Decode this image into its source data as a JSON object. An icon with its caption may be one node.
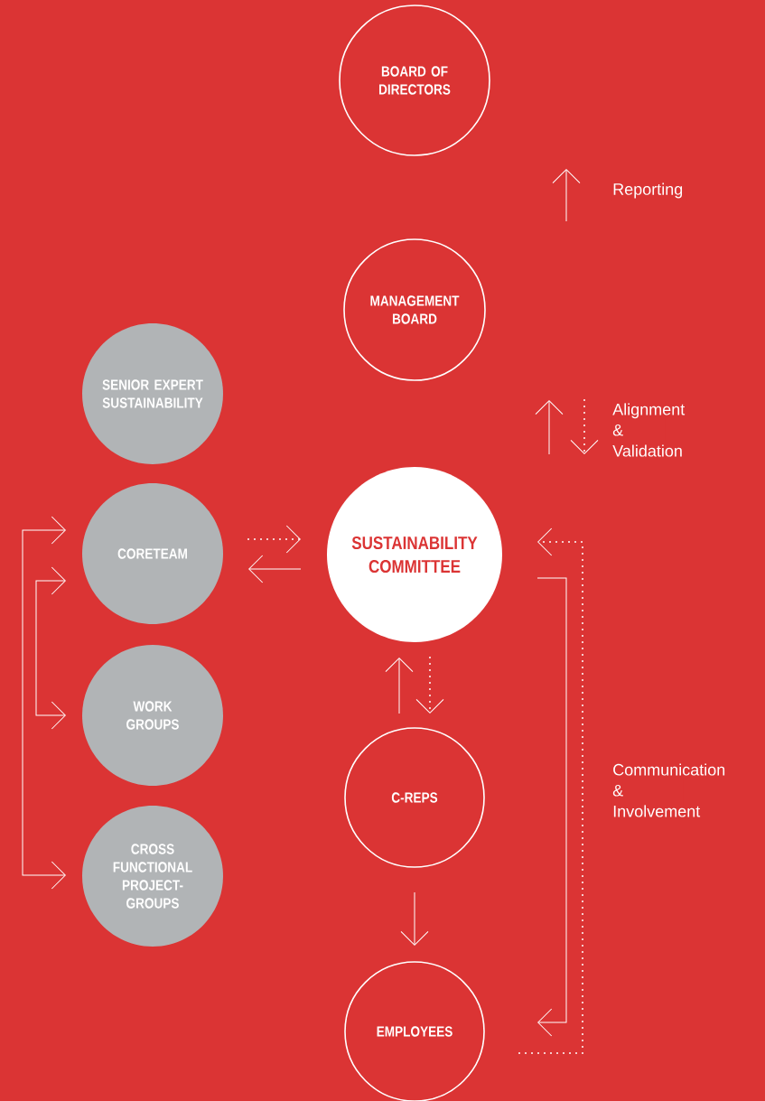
{
  "diagram": {
    "nodes": [
      {
        "text": [
          "BOARD OF DIRECTORS"
        ]
      },
      {
        "text": [
          "MANAGEMENT BOARD"
        ]
      },
      {
        "text": [
          "SENIOR EXPERT SUSTAINABILITY"
        ]
      },
      {
        "text": [
          "CORETEAM"
        ]
      },
      {
        "text": [
          "SUSTAINABILITY COMMITTEE"
        ]
      },
      {
        "text": [
          "WORK GROUPS"
        ]
      },
      {
        "text": [
          "CROSS FUNCTIONAL PROJECT-GROUPS"
        ]
      },
      {
        "text": [
          "C-REPS"
        ]
      },
      {
        "text": [
          "EMPLOYEES"
        ]
      }
    ],
    "edges": [
      {
        "from": 3,
        "to": 4,
        "arrow": "to",
        "style": "dashed"
      },
      {
        "from": 4,
        "to": 3,
        "arrow": "to"
      },
      {
        "from": 7,
        "to": 4,
        "arrow": "to"
      },
      {
        "from": 4,
        "to": 7,
        "arrow": "to",
        "style": "dashed"
      },
      {
        "from": 7,
        "to": 8,
        "arrow": "to"
      },
      {
        "from": 4,
        "to": 8,
        "arrow": "to"
      },
      {
        "from": 8,
        "to": 4,
        "arrow": "to",
        "style": "dashed",
        "label": "Communication & Involvement"
      },
      {
        "from": 3,
        "to": 6,
        "arrow": "both"
      },
      {
        "from": 3,
        "to": 5,
        "arrow": "both"
      }
    ],
    "labels": [
      "Reporting",
      "Alignment & Validation"
    ]
  }
}
